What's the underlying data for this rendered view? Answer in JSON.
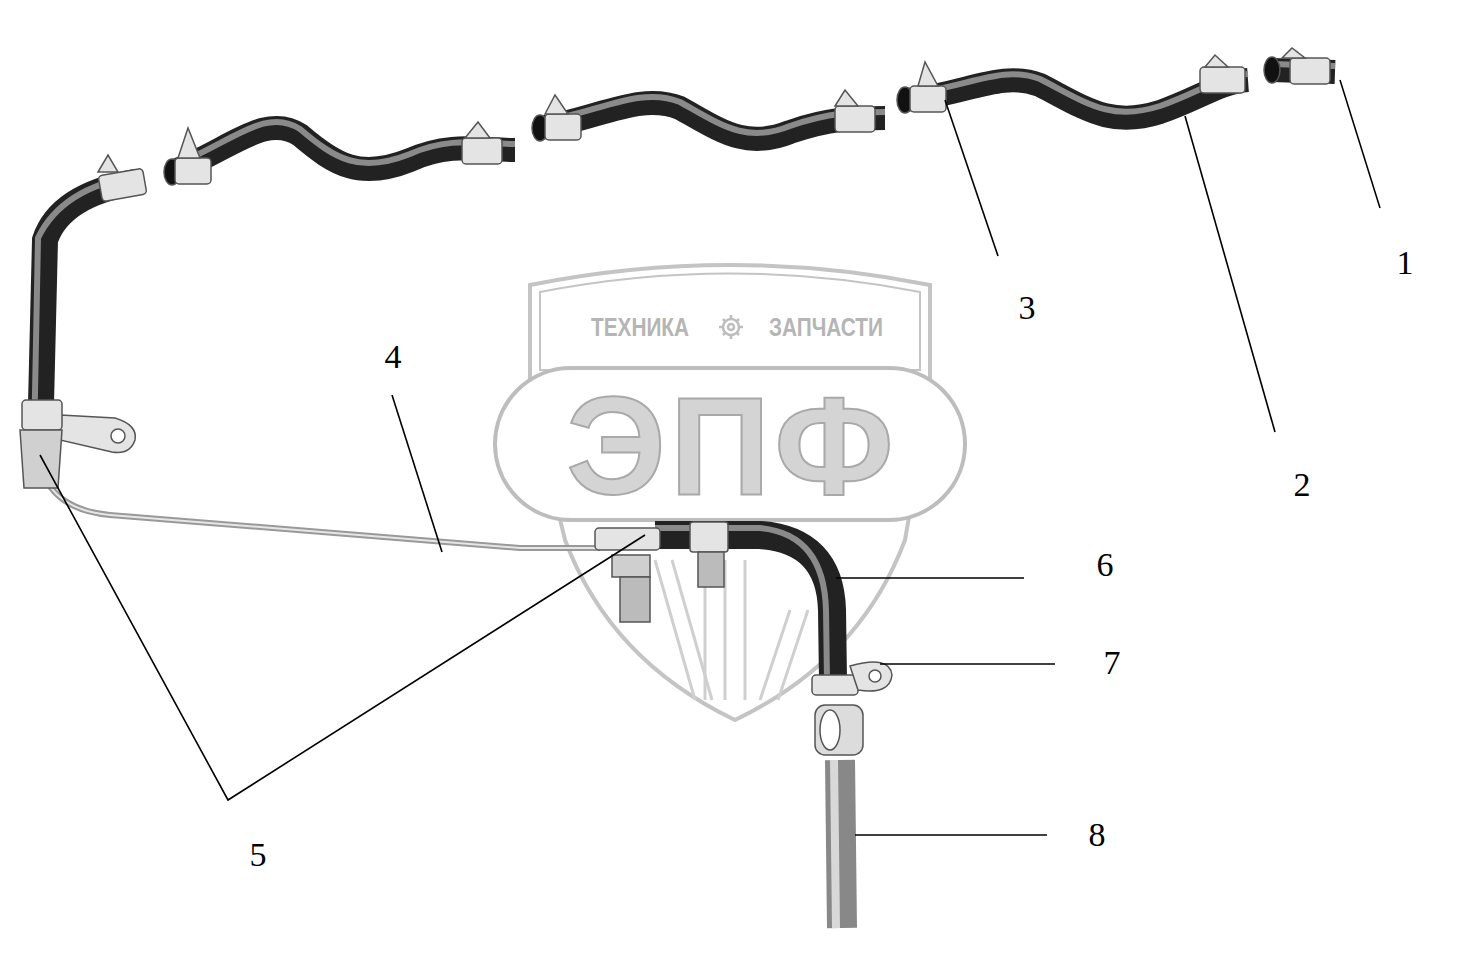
{
  "diagram": {
    "labels": [
      "1",
      "2",
      "3",
      "4",
      "5",
      "6",
      "7",
      "8",
      "ТЕХНИКА",
      "ЗАПЧАСТИ",
      "ЭПФ"
    ]
  }
}
